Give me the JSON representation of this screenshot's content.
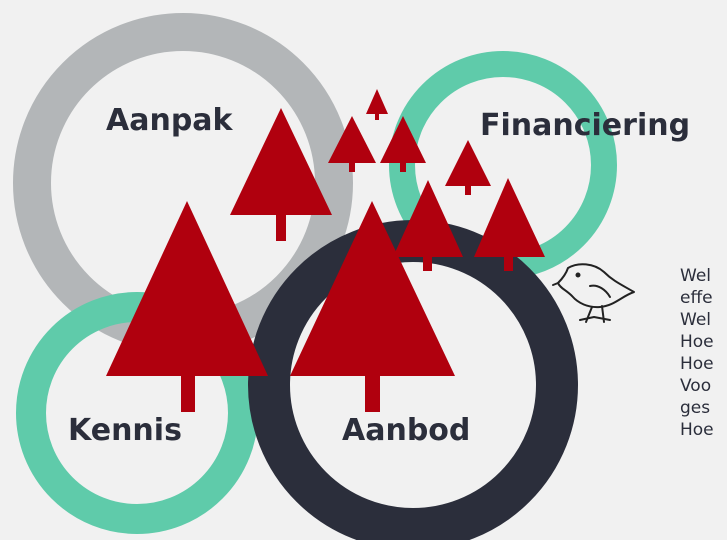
{
  "diagram": {
    "circles": [
      {
        "label": "Aanpak",
        "color": "#b3b6b8"
      },
      {
        "label": "Financiering",
        "color": "#5fcbaa"
      },
      {
        "label": "Kennis",
        "color": "#5fcbaa"
      },
      {
        "label": "Aanbod",
        "color": "#2b2e3b"
      }
    ],
    "tree_color": "#b0000e",
    "background": "#f1f1f1",
    "bird_icon": "bird-icon",
    "question_fragments": [
      "Wel",
      "effe",
      "Wel",
      "Hoe",
      "Hoe",
      "Voo",
      "ges",
      "Hoe"
    ]
  }
}
